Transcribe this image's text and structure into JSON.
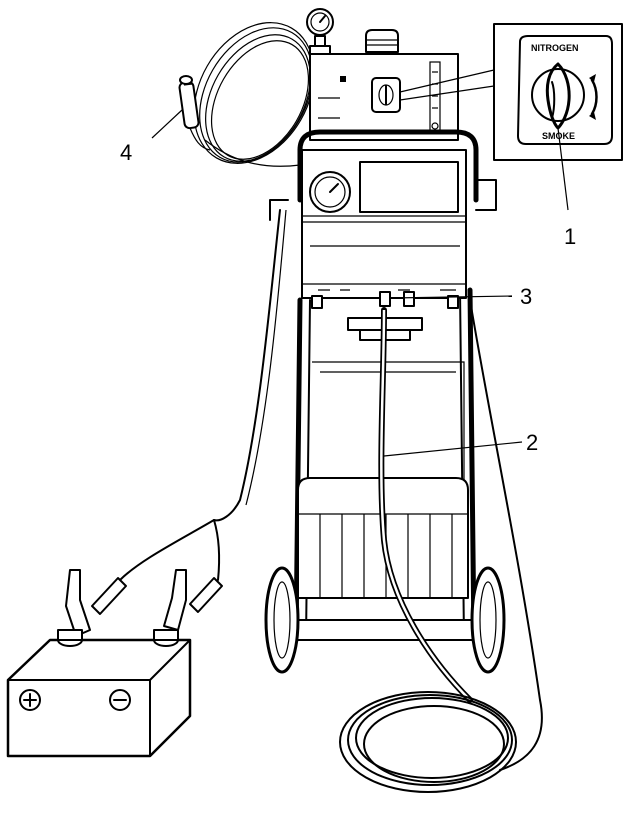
{
  "callouts": {
    "c1": "1",
    "c2": "2",
    "c3": "3",
    "c4": "4"
  },
  "selector": {
    "top_label": "NITROGEN",
    "bottom_label": "SMOKE"
  },
  "battery": {
    "positive_symbol": "⊕",
    "negative_symbol": "⊖"
  }
}
